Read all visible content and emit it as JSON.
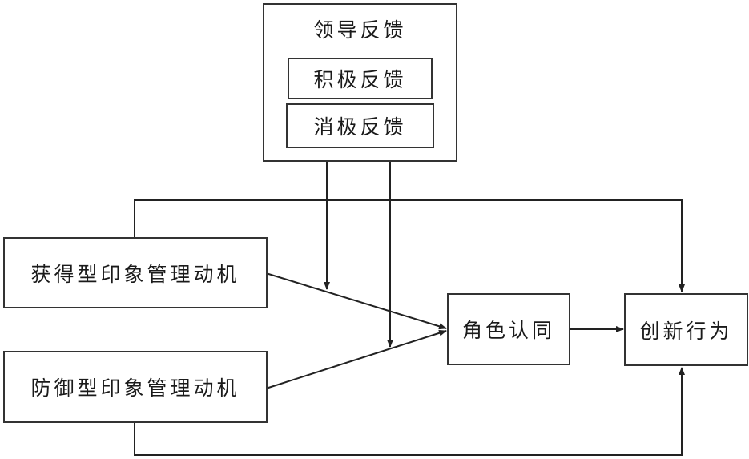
{
  "diagram": {
    "leader_feedback": {
      "title": "领导反馈",
      "positive": "积极反馈",
      "negative": "消极反馈"
    },
    "acquisitive_motive": "获得型印象管理动机",
    "protective_motive": "防御型印象管理动机",
    "role_identity": "角色认同",
    "innovation_behavior": "创新行为"
  }
}
